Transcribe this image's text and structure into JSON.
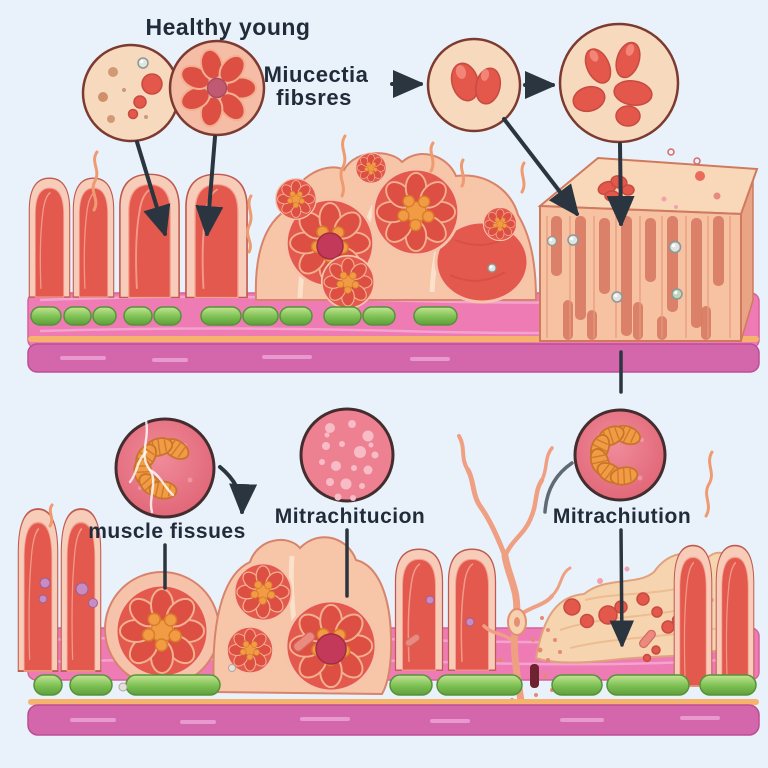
{
  "labels": {
    "healthy_young": "Healthy young",
    "muscle_fibres_line1": "Miucectia",
    "muscle_fibres_line2": "fibsres",
    "muscle_tissues": "muscle fissues",
    "mitochondria_mid": "Mitrachitucion",
    "mitochondria_right": "Mitrachiution"
  },
  "colors": {
    "background": "#e9f2fa",
    "label_text": "#212b3a",
    "arrow": "#2a3540",
    "muscle_red": "#e4594d",
    "lobe_cream": "#f7cdb9",
    "fascia_pink": "#ee7bb4",
    "base_magenta": "#d467ab",
    "capsule_green": "#7cc052",
    "rosette_petal": "#dd4f42",
    "rosette_orange": "#f29b45",
    "cube_peach": "#f6c2a2",
    "cube_slot": "#d97a63",
    "inset_pale": "#f7d9bd",
    "inset_pink": "#f5bca6",
    "inset_rose": "#e66f80",
    "inset_speckled": "#ee8191",
    "speckle_dot": "#f7bcc6",
    "blob_red": "#e4574b",
    "flower_center": "#c05a72",
    "branch_tan": "#efa083",
    "degen_tan": "#f7d4b0",
    "pearl": "#dfe5e2"
  },
  "figures": {
    "top_left_inset_1": "healthy muscle fiber cross-section (speckled)",
    "top_left_inset_2": "healthy fiber with red flower rosette",
    "top_right_inset_1": "nucleus pair",
    "top_right_inset_2": "enlarged nuclei cluster",
    "bottom_inset_1": "muscle tissue with mitochondria chain",
    "bottom_inset_2": "speckled mitochondrion",
    "bottom_inset_3": "mitochondria chain"
  }
}
